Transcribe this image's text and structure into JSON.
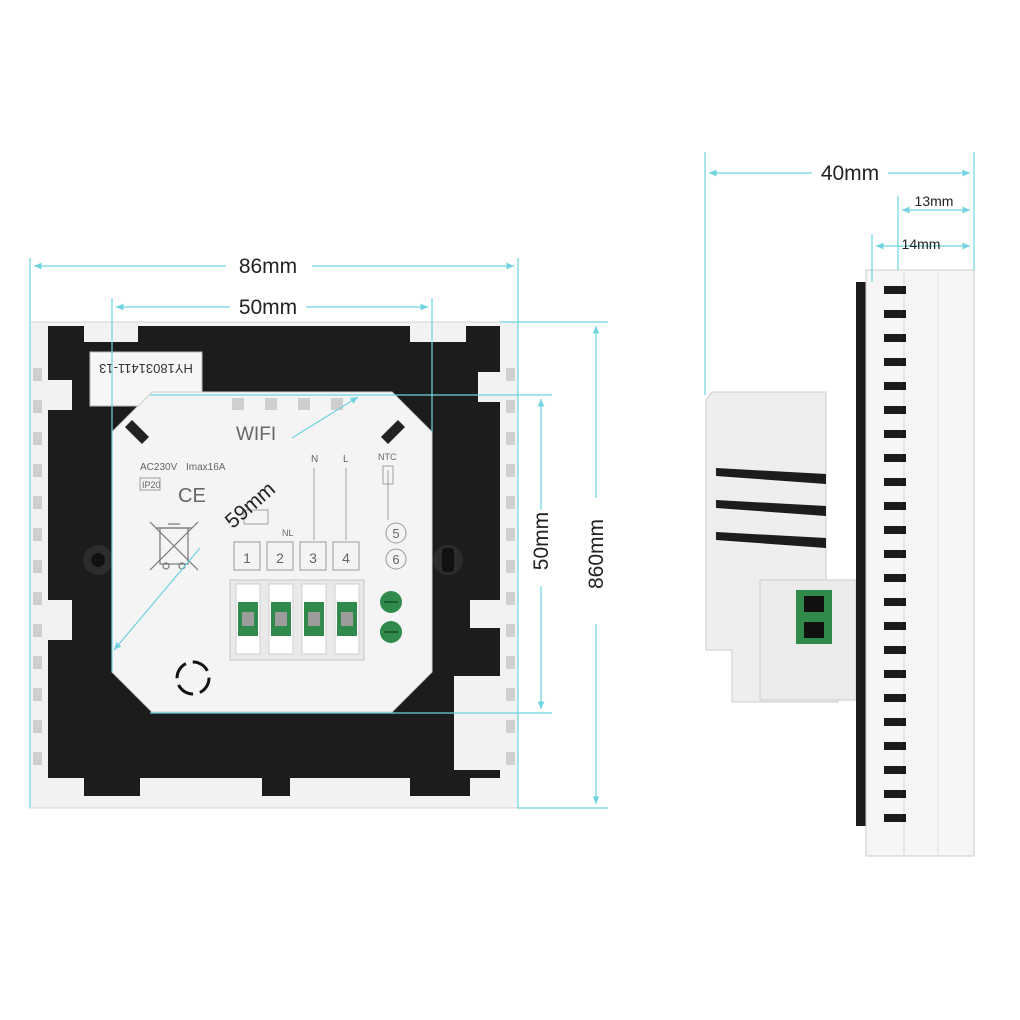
{
  "colors": {
    "dimension_line": "#6fd3e0",
    "frame": "#f2f2f2",
    "back_plate": "#1c1c1c",
    "module": "#f4f4f4",
    "terminal": "#2f8a4c"
  },
  "dimensions": {
    "front_width": "86mm",
    "module_width": "50mm",
    "module_diagonal": "59mm",
    "module_height": "50mm",
    "front_height": "860mm",
    "side_depth": "40mm",
    "plate_thickness_outer": "13mm",
    "plate_thickness_inner": "14mm"
  },
  "module": {
    "wifi": "WIFI",
    "voltage": "AC230V",
    "current": "Imax16A",
    "ip_rating": "IP20",
    "ce": "CE",
    "n_label": "N",
    "l_label": "L",
    "ntc_label": "NTC",
    "nl_label": "NL",
    "terminals": [
      "1",
      "2",
      "3",
      "4"
    ],
    "ntc_terminals": [
      "5",
      "6"
    ]
  },
  "sticker": {
    "code": "HY18031411-13"
  },
  "icons": {
    "weee": "crossed-bin-icon",
    "ntc_sensor": "sensor-symbol-icon",
    "reset": "ring-icon"
  }
}
